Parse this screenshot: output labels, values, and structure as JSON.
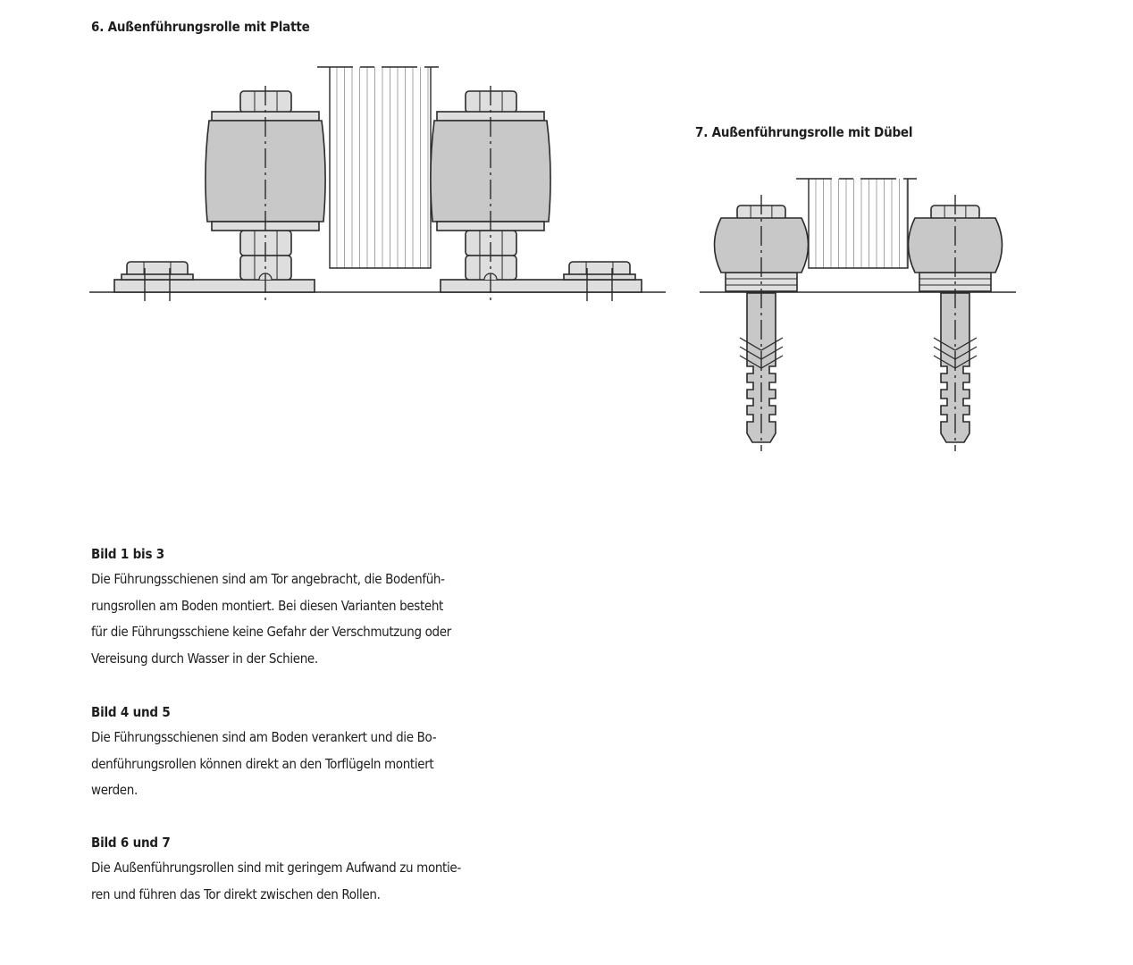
{
  "figures": [
    {
      "number": "6.",
      "title": "Außenführungsrolle mit Platte"
    },
    {
      "number": "7.",
      "title": "Außenführungsrolle mit Dübel"
    }
  ],
  "sections": [
    {
      "heading": "Bild 1 bis 3",
      "lines": [
        "Die Führungsschienen sind am Tor angebracht, die Bodenfüh-",
        "rungsrollen am Boden montiert. Bei diesen Varianten besteht",
        "für die Führungsschiene keine Gefahr der Verschmutzung oder",
        "Vereisung durch Wasser in der Schiene."
      ]
    },
    {
      "heading": "Bild 4 und 5",
      "lines": [
        "Die Führungsschienen sind am Boden verankert und die Bo-",
        "denführungsrollen können direkt an den Torflügeln montiert",
        "werden."
      ]
    },
    {
      "heading": "Bild 6 und 7",
      "lines": [
        "Die Außenführungsrollen sind mit geringem Aufwand zu montie-",
        "ren und führen das Tor direkt zwischen den Rollen."
      ]
    }
  ],
  "colors": {
    "roller": "#c8c8c8",
    "metal": "#dedede",
    "line": "#2a2a2a"
  }
}
